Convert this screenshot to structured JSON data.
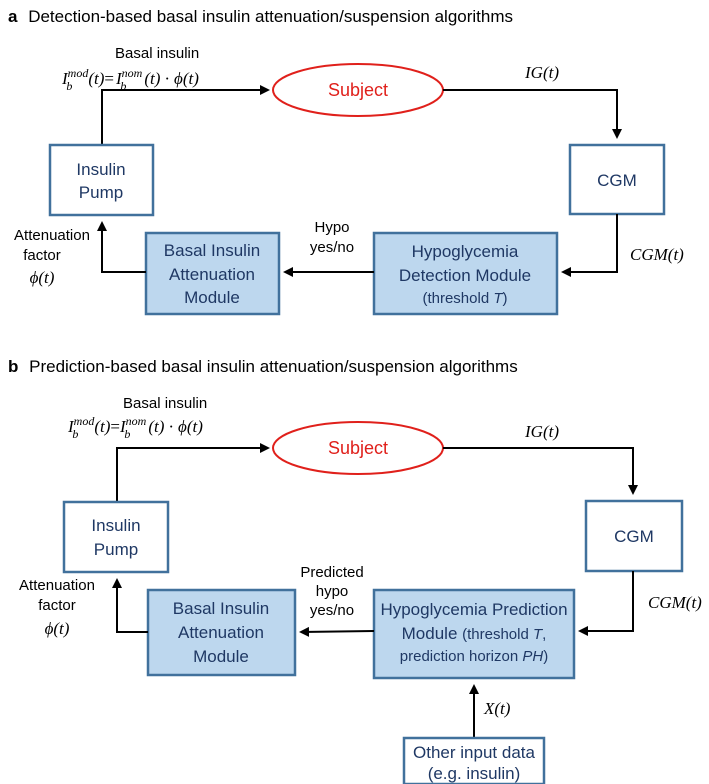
{
  "panel_a": {
    "letter": "a",
    "title": "Detection-based basal insulin attenuation/suspension algorithms",
    "subject": "Subject",
    "basal_label": "Basal insulin",
    "formula": {
      "lhs_base": "I",
      "lhs_sub": "b",
      "lhs_sup": "mod",
      "arg": "(t)",
      "eq": "=",
      "rhs_base": "I",
      "rhs_sub": "b",
      "rhs_sup": "nom",
      "rhs_arg": "(t)",
      "dot": "·",
      "phi": "ϕ(t)"
    },
    "ig_label": "IG(t)",
    "cgm_box": "CGM",
    "cgm_signal": "CGM(t)",
    "pump_line1": "Insulin",
    "pump_line2": "Pump",
    "attenuation_line1": "Attenuation",
    "attenuation_line2": "factor",
    "attenuation_phi": "ϕ(t)",
    "basal_module_line1": "Basal Insulin",
    "basal_module_line2": "Attenuation",
    "basal_module_line3": "Module",
    "hypo_line1": "Hypo",
    "hypo_line2": "yes/no",
    "detect_line1": "Hypoglycemia",
    "detect_line2": "Detection Module",
    "detect_line3_prefix": "(threshold ",
    "detect_line3_T": "T",
    "detect_line3_suffix": ")"
  },
  "panel_b": {
    "letter": "b",
    "title": "Prediction-based basal insulin attenuation/suspension algorithms",
    "subject": "Subject",
    "basal_label": "Basal insulin",
    "ig_label": "IG(t)",
    "cgm_box": "CGM",
    "cgm_signal": "CGM(t)",
    "pump_line1": "Insulin",
    "pump_line2": "Pump",
    "attenuation_line1": "Attenuation",
    "attenuation_line2": "factor",
    "attenuation_phi": "ϕ(t)",
    "basal_module_line1": "Basal Insulin",
    "basal_module_line2": "Attenuation",
    "basal_module_line3": "Module",
    "pred_line1": "Predicted",
    "pred_line2": "hypo",
    "pred_line3": "yes/no",
    "predict_line1": "Hypoglycemia Prediction",
    "predict_line2a": "Module ",
    "predict_line2b": "(threshold ",
    "predict_line2_T": "T",
    "predict_line2c": ",",
    "predict_line3a": "prediction horizon ",
    "predict_line3_PH": "PH",
    "predict_line3b": ")",
    "x_label": "X(t)",
    "other_line1": "Other input data",
    "other_line2": "(e.g. insulin)"
  },
  "colors": {
    "box_border": "#41719c",
    "box_fill": "#bdd7ee",
    "box_text": "#1f3864",
    "subject_red": "#e0201b",
    "arrow": "#000000"
  }
}
